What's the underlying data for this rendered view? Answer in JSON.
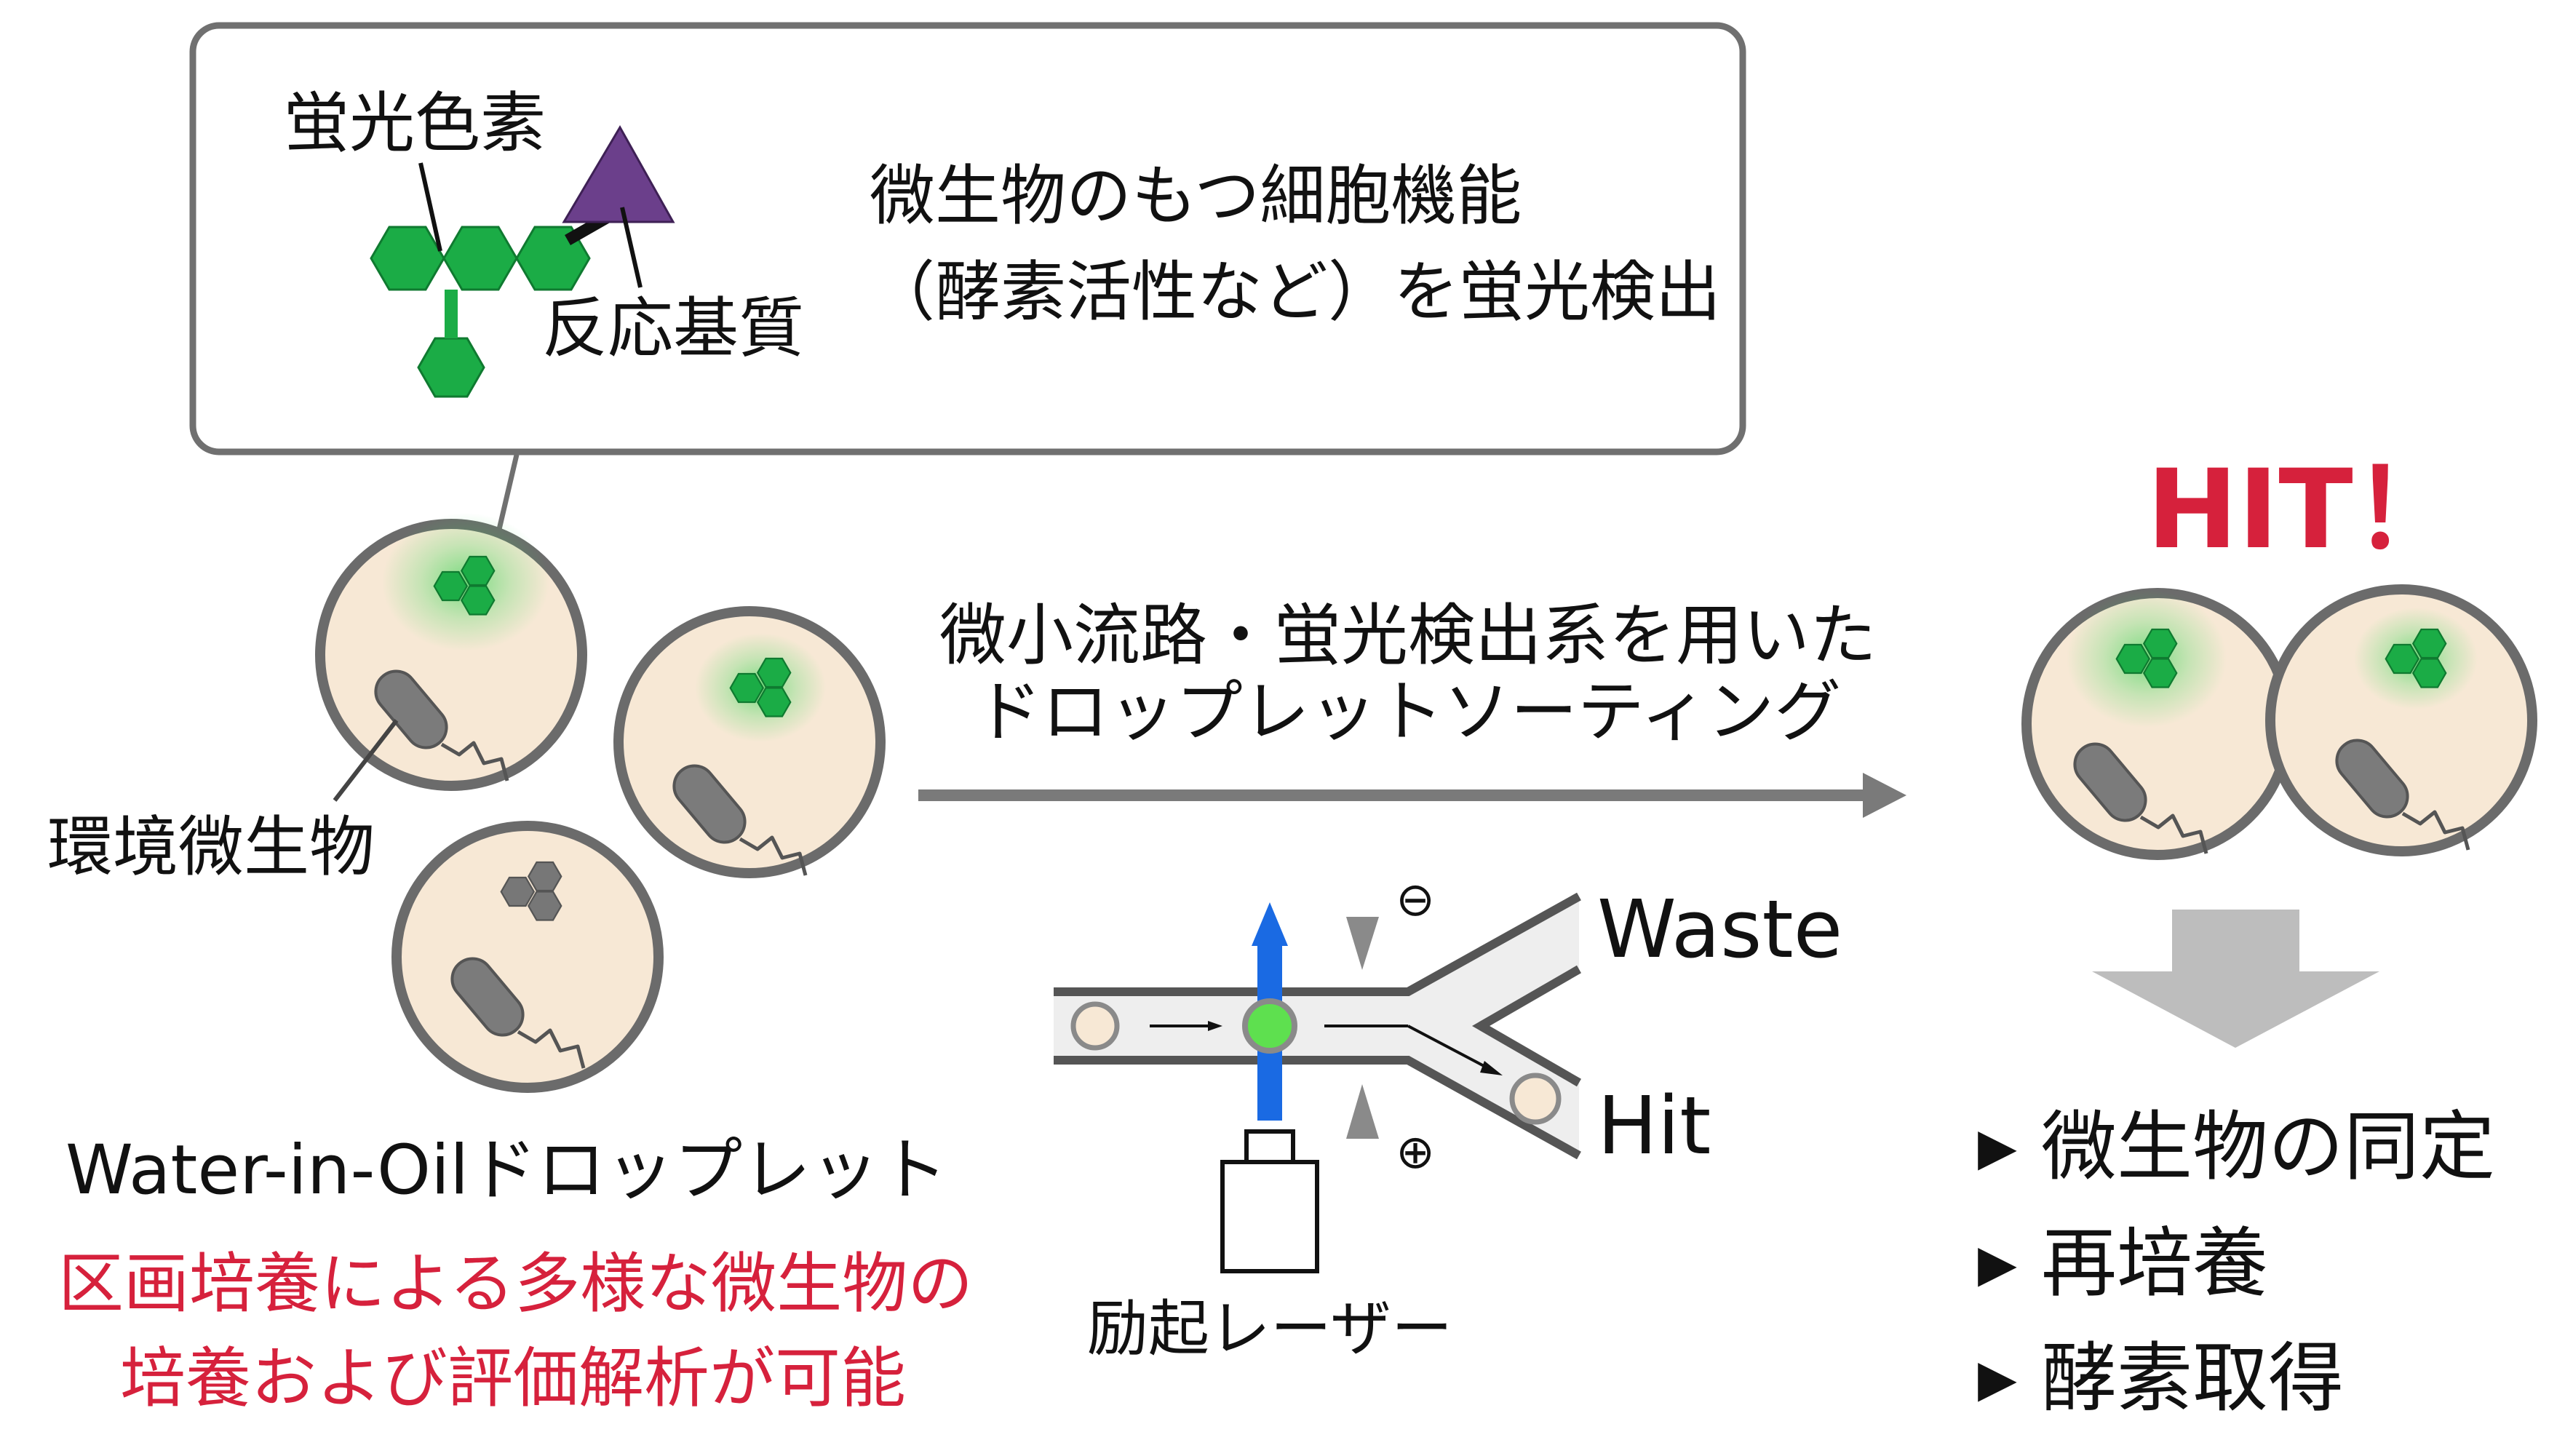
{
  "callout": {
    "fluorophore_label": "蛍光色素",
    "substrate_label": "反応基質",
    "description_line1": "微生物のもつ細胞機能",
    "description_line2": "（酵素活性など）を蛍光検出"
  },
  "droplets": {
    "microbe_label": "環境微生物",
    "droplet_type_label": "Water-in-Oilドロップレット",
    "note_line1": "区画培養による多様な微生物の",
    "note_line2": "培養および評価解析が可能"
  },
  "sorting": {
    "arrow_label_line1": "微小流路・蛍光検出系を用いた",
    "arrow_label_line2": "ドロップレットソーティング",
    "waste_label": "Waste",
    "hit_label": "Hit",
    "laser_label": "励起レーザー",
    "minus_symbol": "⊖",
    "plus_symbol": "⊕"
  },
  "result": {
    "hit_text": "HIT！",
    "steps": [
      {
        "bullet": "▶",
        "label": "微生物の同定"
      },
      {
        "bullet": "▶",
        "label": "再培養"
      },
      {
        "bullet": "▶",
        "label": "酵素取得"
      }
    ]
  },
  "colors": {
    "fluor_green": "#1bac46",
    "substrate_purple": "#6b3f8b",
    "droplet_fill": "#f7e8d5",
    "laser_blue": "#1a6ae3",
    "accent_red": "#d6213c",
    "outline_gray": "#6b6b6b"
  }
}
